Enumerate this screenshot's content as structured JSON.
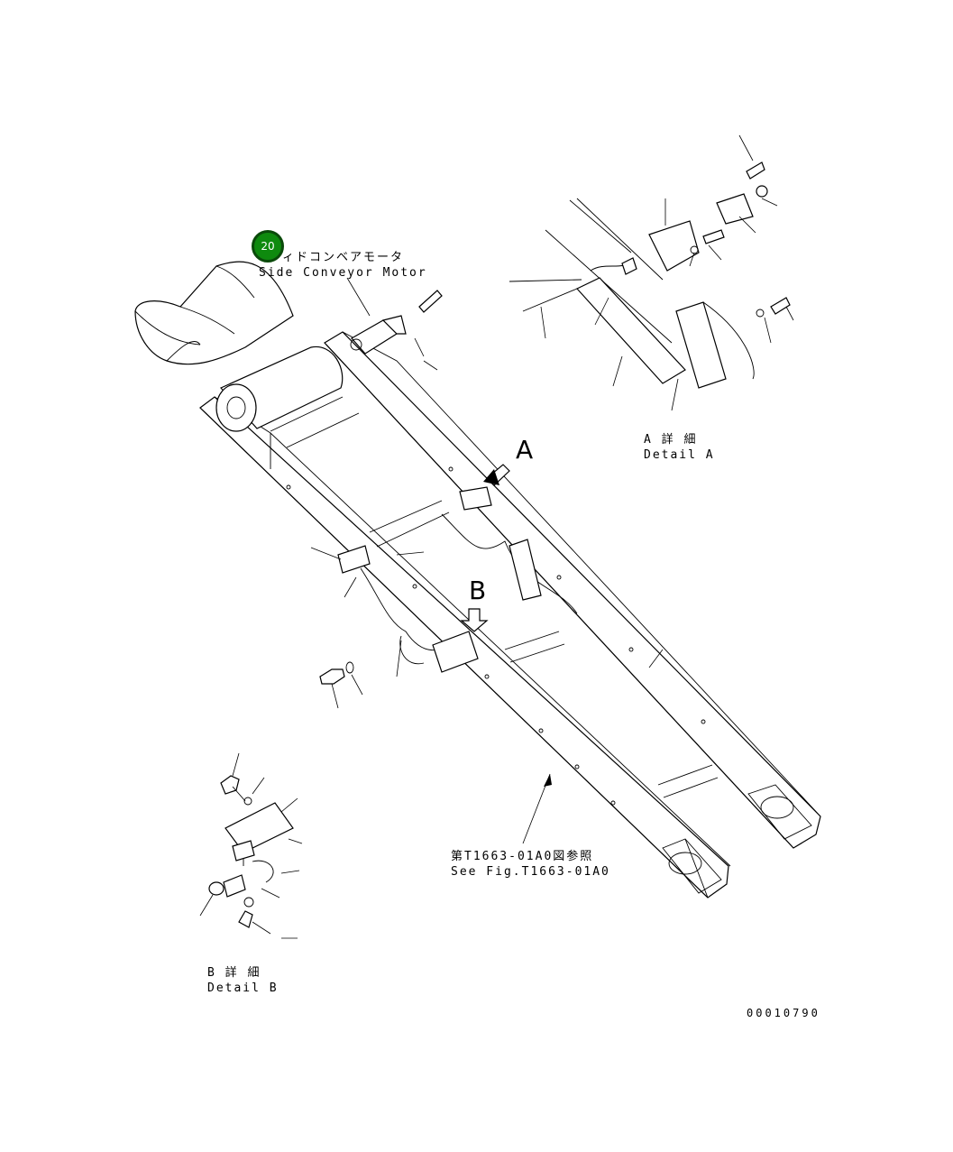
{
  "callout": {
    "number": "20"
  },
  "motor_label": {
    "ja": "ィドコンベアモータ",
    "en": "Side Conveyor Motor"
  },
  "detail_a": {
    "letter": "A",
    "ja": "A 詳 細",
    "en": "Detail A"
  },
  "detail_b": {
    "letter": "B",
    "ja": "B 詳 細",
    "en": "Detail B"
  },
  "reference": {
    "ja": "第T1663-01A0図参照",
    "en": "See Fig.T1663-01A0"
  },
  "drawing_number": "00010790"
}
